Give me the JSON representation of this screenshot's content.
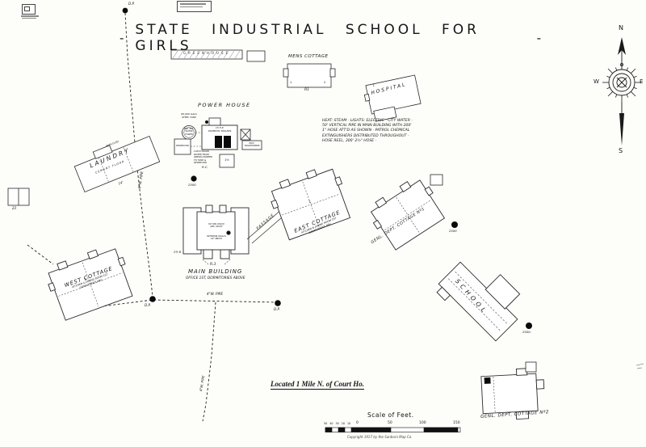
{
  "title": {
    "dash": "-",
    "text": "STATE INDUSTRIAL SCHOOL FOR GIRLS"
  },
  "compass": {
    "n": "N",
    "s": "S",
    "e": "E",
    "w": "W"
  },
  "hydrant_label": "D.P.",
  "marks": {
    "one": "1",
    "two": "2"
  },
  "pipes": {
    "six_inch": "6\"W. PIPE",
    "four_inch_h": "4\"W. PIPE",
    "four_inch_v": "4\"W. PIPE"
  },
  "cisterns": {
    "c1": "2500",
    "c2": "2500",
    "c3": "2500."
  },
  "notes": {
    "lines": [
      "HEAT: STEAM - LIGHTS: ELECTRIC - CITY WATER -",
      "50' VERTICAL PIPE IN MAIN BUILDING WITH 200'",
      "1\" HOSE ATT'D AS SHOWN - PATROL CHEMICAL",
      "EXTINGUISHERS DISTRIBUTED THROUGHOUT -",
      "HOSE REEL, 300' 2½\" HOSE -"
    ]
  },
  "buildings": {
    "greenhouse": {
      "label": "GREENHOUSE"
    },
    "mens_cottage": {
      "label": "MENS COTTAGE",
      "code": "R1"
    },
    "hospital": {
      "label": "HOSPITAL"
    },
    "power_house": {
      "label": "POWER HOUSE",
      "tank_top1": "60,000 GALS",
      "tank_top2": "STEEL TANK",
      "tower1": "BLK. IRN.",
      "tower2": "WATER",
      "tower3": "TOWER",
      "reservoir": "RESERVOIR",
      "boiler1": "15 H.P.",
      "boiler2": "DOMESTIC BOILERS",
      "transformer1": "ELEC.",
      "transformer2": "TRANSFORMER",
      "note1": "CATCH BASIN",
      "note2": "WATER FROM",
      "note3": "SPRING PUMPED",
      "note4": "TO TANK &",
      "note5": "RESERVOIR",
      "rc": "R.C.",
      "small": "1½"
    },
    "laundry": {
      "label": "LAUNDRY",
      "sub": "CEMENT FLOOR",
      "top_note": "IRON CLAD",
      "dim": "14'"
    },
    "outbuilding": {
      "code": "23"
    },
    "main_building": {
      "label": "MAIN BUILDING",
      "sub": "OFFICE 1ST, DORMITORIES ABOVE",
      "int1": "50' IRN STACK",
      "int2": "ABV. ROOF",
      "int3": "INTERIOR WALLS",
      "int4": "16\" BRICK",
      "code": "R.3",
      "dim": "2½ B"
    },
    "passage": {
      "label": "PASSAGE"
    },
    "east_cottage": {
      "label": "EAST COTTAGE",
      "sub1": "KITCHEN & DINING ROOM 1ST",
      "sub2": "DORMITORIES ABV."
    },
    "west_cottage": {
      "label": "WEST COTTAGE",
      "sub1": "KITCHEN & DINING ROOM 1ST",
      "sub2": "DORMITORIES ABV."
    },
    "school": {
      "label": "SCHOOL"
    },
    "genl_dept_1": {
      "label": "GENL. DEPT. COTTAGE Nº1"
    },
    "genl_dept_2": {
      "label": "GENL. DEPT. COTTAGE Nº2"
    }
  },
  "footer": {
    "located": "Located 1 Mile N. of Court Ho.",
    "scale_title": "Scale of Feet.",
    "ticks_left": "50 40 30 20 10",
    "tick0": "0",
    "tick50": "50",
    "tick100": "100",
    "tick150": "150",
    "copyright": "Copyright 1917 by the Sanborn Map Co."
  }
}
